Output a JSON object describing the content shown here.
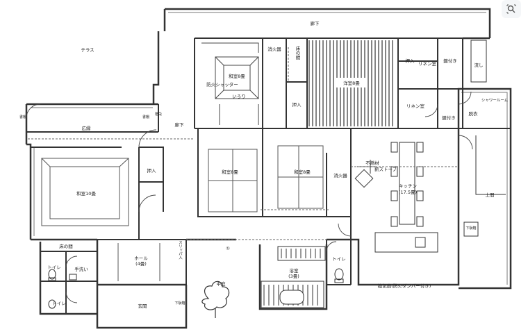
{
  "labels": {
    "hallway_top": "廊下",
    "terrace": "テラス",
    "fire_ext_1": "消火器",
    "tokonoma_top": "床の間",
    "washitsu_irori": "和室8畳",
    "fire_shutter": "防火シャッター",
    "irori": "いろり",
    "oshiire_1": "押入",
    "yoshitsu": "洋室8畳",
    "oshiire_2": "押入",
    "linen_1": "リネン室",
    "lock_1": "鍵付き",
    "sink": "流し",
    "linen_2": "リネン室",
    "lock_2": "鍵付き",
    "shower": "シャワールーム",
    "dressing": "脱衣",
    "hiroen": "広縁",
    "shoji_l": "書棚",
    "shoji_r": "書棚",
    "kaidan": "階段",
    "hallway_mid": "廊下",
    "washitsu_10": "和室10畳",
    "oshiire_3": "押入",
    "washitsu_8a": "和室8畳",
    "washitsu_8b": "和室8畳",
    "fire_ext_2": "消火器",
    "noncombustible": "不燃材",
    "wood_stove": "薪ストーブ",
    "kitchen": "キッチン",
    "kitchen_size": "(17.5畳)",
    "doma": "土間",
    "shoe_rack": "下駄箱",
    "tokonoma_bl": "床の間",
    "toilet_1": "トイレ",
    "washroom": "手洗い",
    "toilet_2": "トイレ",
    "hall": "ホール",
    "hall_size": "(4畳)",
    "slippers": "スリッパ入",
    "genkan": "玄関",
    "geta": "下駄箱",
    "nakaniwa": "中庭",
    "marker": "①",
    "bath": "浴室",
    "bath_size": "(3畳)",
    "toilet_3": "トイレ",
    "vent": "換気扇(防火ダンパー付き)"
  }
}
